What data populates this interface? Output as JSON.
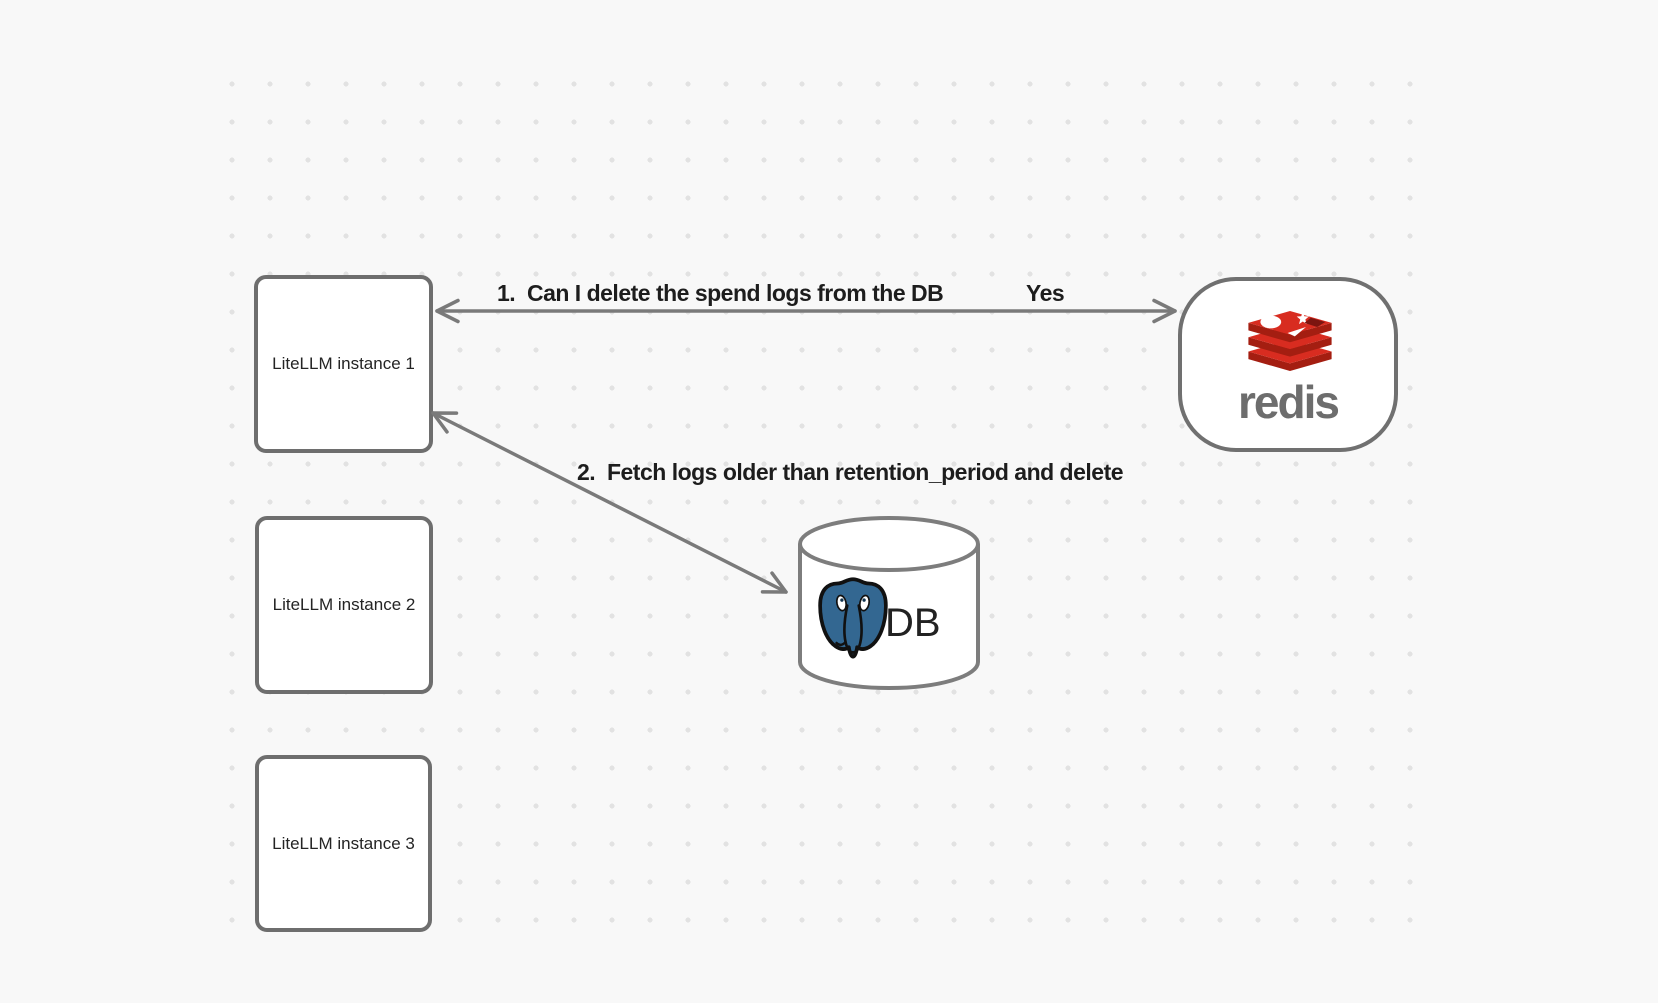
{
  "canvas": {
    "background_color": "#f8f8f8",
    "dot_color": "#e2e2e2"
  },
  "nodes": {
    "instance1": {
      "label": "LiteLLM instance 1"
    },
    "instance2": {
      "label": "LiteLLM instance 2"
    },
    "instance3": {
      "label": "LiteLLM instance 3"
    },
    "redis": {
      "wordmark": "redis"
    },
    "db": {
      "label": "DB"
    }
  },
  "edges": {
    "edge1": {
      "label": "1.  Can I delete the spend logs from the DB",
      "answer": "Yes",
      "from": "LiteLLM instance 1",
      "to": "redis",
      "style": "double-arrow"
    },
    "edge2": {
      "label": "2.  Fetch logs older than retention_period and delete",
      "from": "LiteLLM instance 1",
      "to": "DB",
      "style": "double-arrow"
    }
  },
  "colors": {
    "box_border": "#6e6e6e",
    "arrow": "#7a7a7a",
    "label_text": "#1d1d1d",
    "node_text": "#242424",
    "redis_red": "#d82c20",
    "redis_dark_red": "#a41e11",
    "redis_hole": "#7c1510",
    "redis_wordmark_gray": "#6d6d6d",
    "postgres_blue": "#336791",
    "cylinder_stroke": "#7d7d7d"
  }
}
